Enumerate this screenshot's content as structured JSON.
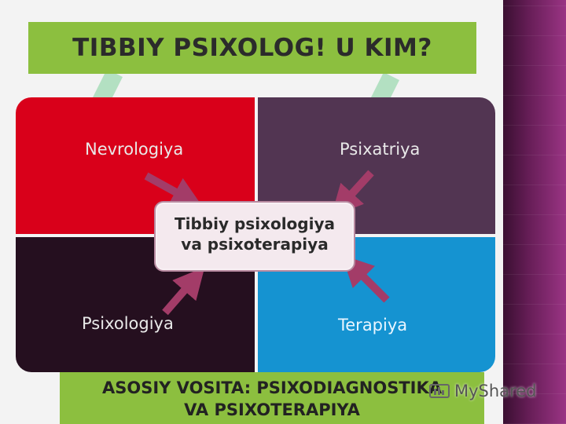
{
  "slide": {
    "title": "TIBBIY PSIXOLOG! U KIM?",
    "quadrants": {
      "top_left": "Nevrologiya",
      "top_right": "Psixatriya",
      "bottom_left": "Psixologiya",
      "bottom_right": "Terapiya"
    },
    "center": {
      "line1": "Tibbiy psixologiya",
      "line2": "va psixoterapiya"
    },
    "bottom": {
      "line1": "ASOSIY VOSITA: PSIXODIAGNOSTIKA",
      "line2": "VA PSIXOTERAPIYA"
    }
  },
  "brand": {
    "text": "MyShared",
    "icon": "myshared-logo-icon"
  },
  "colors": {
    "title_bar": "#8cbf3f",
    "quad_top_left": "#d9001a",
    "quad_top_right": "#523552",
    "quad_bottom_left": "#250f1f",
    "quad_bottom_right": "#1593d1",
    "arrow": "#a33c68",
    "side_band": "#6a1f5a"
  }
}
